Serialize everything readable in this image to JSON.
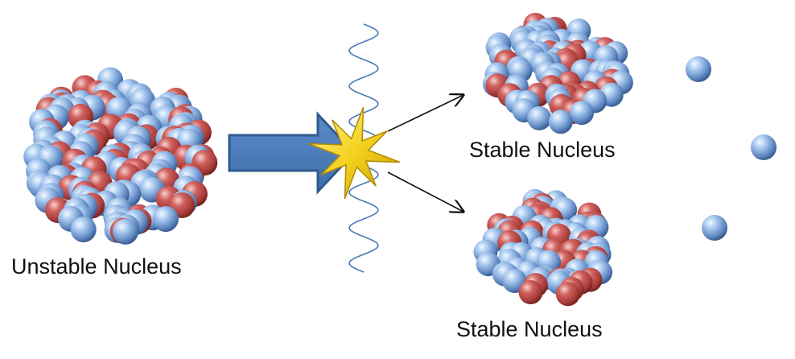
{
  "labels": {
    "unstable_nucleus": "Unstable Nucleus",
    "stable_nucleus_top": "Stable Nucleus",
    "stable_nucleus_bottom": "Stable Nucleus"
  },
  "colors": {
    "proton": "#c9504f",
    "neutron": "#8db4e6",
    "arrow_fill": "#4f81bd",
    "arrow_stroke": "#2e5a8e",
    "wave": "#4a7ab8",
    "star_fill": "#f4d21f",
    "star_stroke": "#b28a00"
  },
  "icons": {
    "arrow": "block-arrow-right-icon",
    "flash": "starburst-icon",
    "wave": "gamma-wave-icon",
    "particle": "neutron-sphere-icon"
  }
}
